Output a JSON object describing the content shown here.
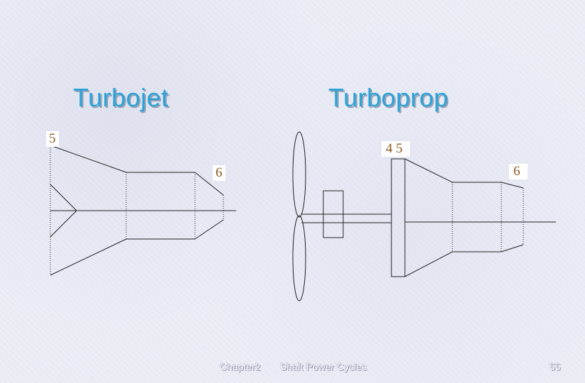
{
  "titles": {
    "left": "Turbojet",
    "right": "Turboprop"
  },
  "station_labels": {
    "turbojet_inlet": "5",
    "turbojet_exit": "6",
    "turboprop_inlet": "4 5",
    "turboprop_exit": "6"
  },
  "footer": {
    "chapter": "Chapter2",
    "topic": "Shaft Power Cycles",
    "page": "55"
  }
}
